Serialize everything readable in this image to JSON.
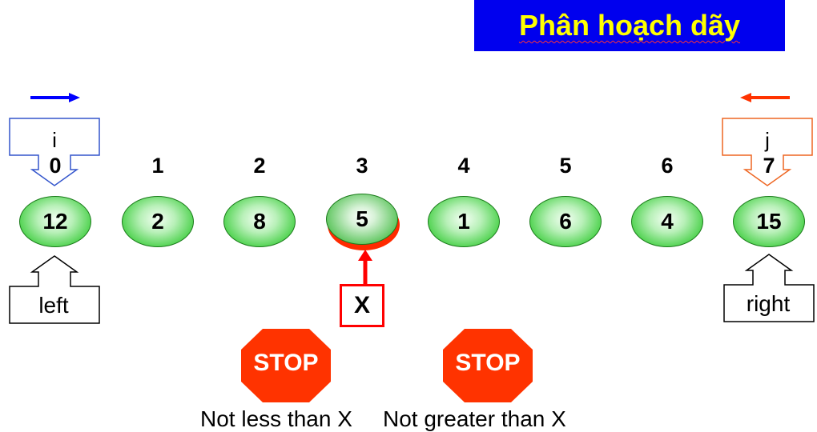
{
  "title": "Phân hoạch dãy",
  "array": {
    "indices": [
      "0",
      "1",
      "2",
      "3",
      "4",
      "5",
      "6",
      "7"
    ],
    "values": [
      "12",
      "2",
      "8",
      "5",
      "1",
      "6",
      "4",
      "15"
    ],
    "pivot_index": 3
  },
  "pointers": {
    "i_label": "i",
    "j_label": "j",
    "left_label": "left",
    "right_label": "right",
    "pivot_label": "X"
  },
  "stop_signs": {
    "left_text": "STOP",
    "right_text": "STOP"
  },
  "captions": {
    "left": "Not less than X",
    "right": "Not greater than X"
  },
  "colors": {
    "title_bg": "#0000ee",
    "title_text": "#ffff00",
    "i_arrow": "#0000ff",
    "j_arrow": "#ff3300",
    "stop": "#ff3300",
    "pivot_box": "#ff0000",
    "node_green": "#3fce3f"
  }
}
